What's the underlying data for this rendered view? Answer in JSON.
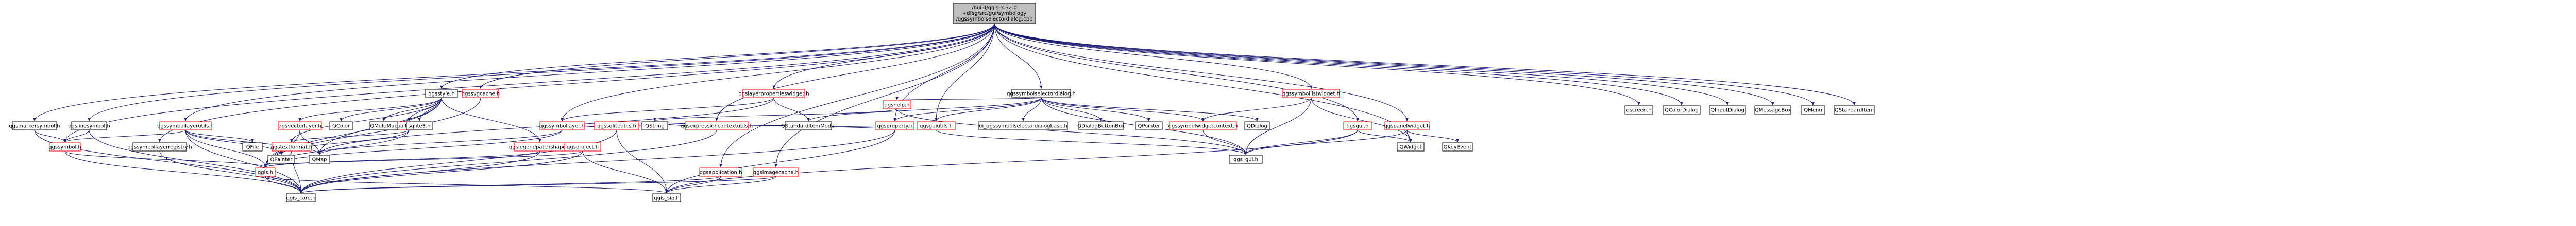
{
  "diagram": {
    "root": [
      "/build/qgis-3.32.0",
      "+dfsg/src/gui/symbology",
      "/qgssymbolselectordialog.cpp"
    ],
    "colors": {
      "edge": "#191970",
      "root_fill": "#bfbfbf",
      "node_border": "#000000",
      "red_border": "#ff0000",
      "gray_border": "#bfbfbf",
      "node_fill": "#ffffff",
      "text": "#000000"
    },
    "nodes": [
      "qgsmarkersymbol.h",
      "qgslinesymbol.h",
      "qgssymbollayerutils.h",
      "qgssymbol.h",
      "qgssymbollayerregistry.h",
      "qgis.h",
      "qgis_core.h",
      "qgis_sip.h",
      "QFile",
      "QPainter",
      "QMap",
      "QColor",
      "qgsstyle.h",
      "qgssvgcache.h",
      "qgsvectorlayer.h",
      "qgspallabeling.h",
      "qgstextformat.h",
      "qgslegendpatchshape.h",
      "QMultiMap",
      "sqlite3.h",
      "qgsproject.h",
      "qgsapplication.h",
      "qgsimagecache.h",
      "qgssymbollayer.h",
      "qgssqliteutils.h",
      "QString",
      "qgsexpressioncontextutils.h",
      "qgslayerpropertieswidget.h",
      "QStandardItemModel",
      "qgssymbolselectordialog.h",
      "qgsproperty.h",
      "qgsguiutils.h",
      "qgshelp.h",
      "ui_qgssymbolselectordialogbase.h",
      "QDialogButtonBox",
      "QPointer",
      "qgssymbolwidgetcontext.h",
      "QDialog",
      "qgs_gui.h",
      "qgssymbollistwidget.h",
      "qgsgui.h",
      "qgspanelwidget.h",
      "QWidget",
      "QKeyEvent",
      "qscreen.h",
      "QColorDialog",
      "QInputDialog",
      "QMessageBox",
      "QMenu",
      "QStandardItem"
    ]
  }
}
